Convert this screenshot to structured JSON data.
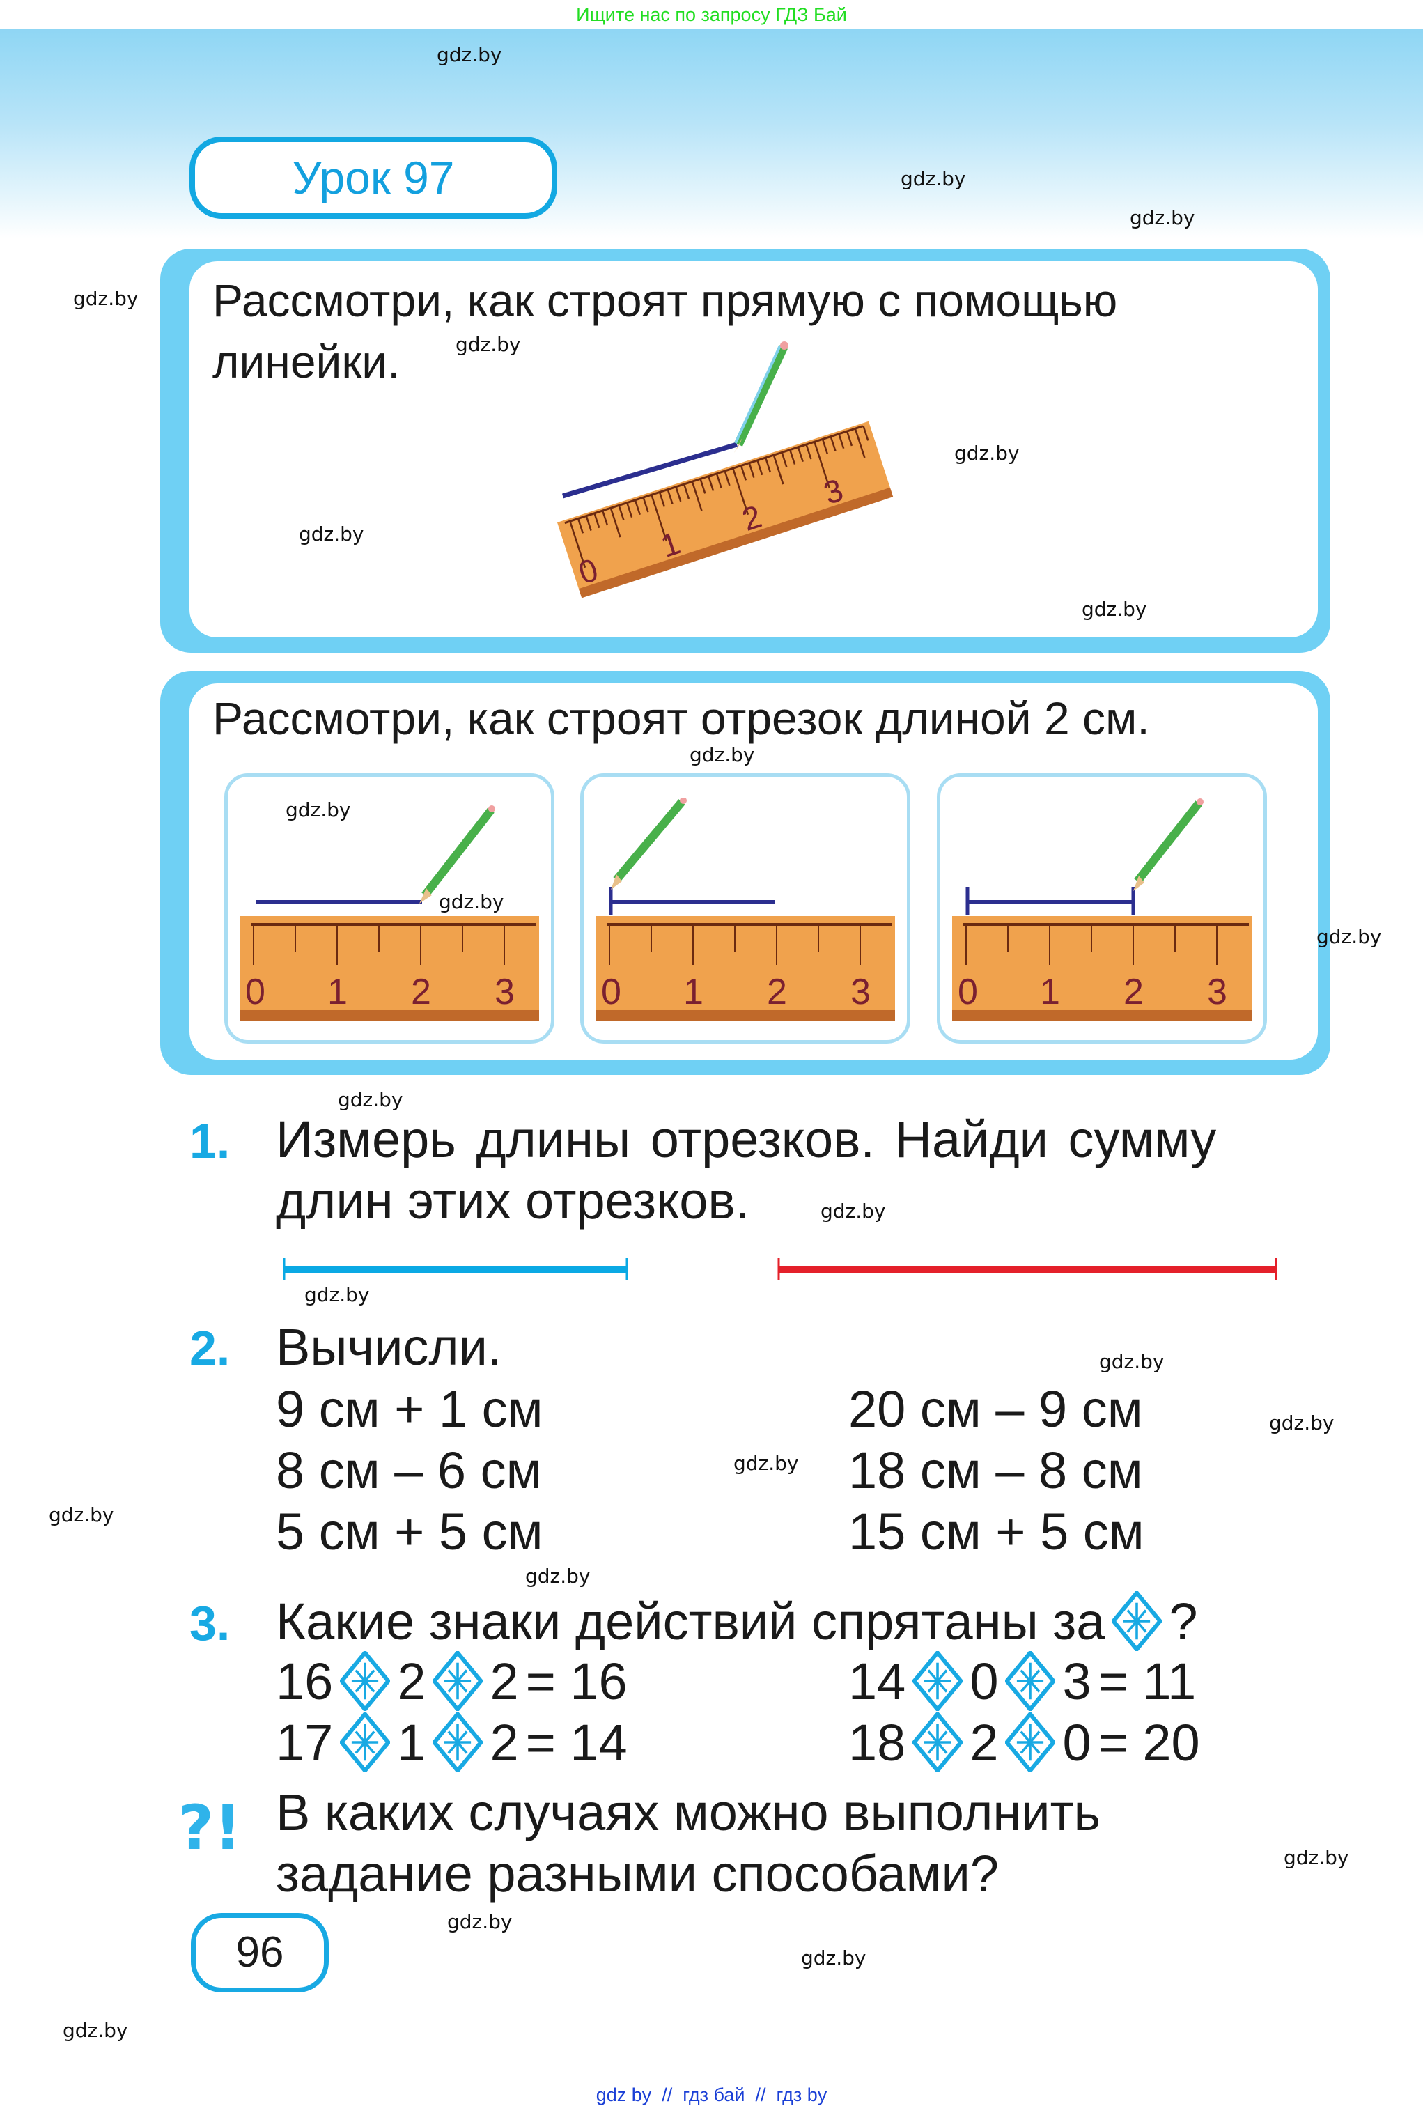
{
  "top_banner": "Ищите нас по запросу ГДЗ Бай",
  "watermark": "gdz.by",
  "lesson": {
    "label": "Урок 97"
  },
  "panel1": {
    "line1": "Рассмотри, как строят прямую с помощью",
    "line2": "линейки.",
    "ruler_labels": [
      "0",
      "1",
      "2",
      "3"
    ]
  },
  "panel2": {
    "title": "Рассмотри, как строят отрезок длиной 2 см.",
    "ruler_labels": [
      "0",
      "1",
      "2",
      "3"
    ],
    "steps": [
      "step-1",
      "step-2",
      "step-3"
    ]
  },
  "exercise1": {
    "number": "1.",
    "line1": "Измерь длины отрезков. Найди сумму",
    "line2": "длин этих отрезков.",
    "segments": [
      {
        "color": "#0aa9e4",
        "label": "blue-segment"
      },
      {
        "color": "#e4202a",
        "label": "red-segment"
      }
    ]
  },
  "exercise2": {
    "number": "2.",
    "title": "Вычисли.",
    "left": [
      "9 см + 1 см",
      "8 см – 6 см",
      "5 см + 5 см"
    ],
    "right": [
      "20 см – 9 см",
      "18 см – 8 см",
      "15 см + 5 см"
    ]
  },
  "exercise3": {
    "number": "3.",
    "title_before": "Какие знаки действий спрятаны за",
    "title_after": "?",
    "rows": [
      {
        "a": "16",
        "b": "2",
        "c": "2",
        "result": "= 16"
      },
      {
        "a": "14",
        "b": "0",
        "c": "3",
        "result": "= 11"
      },
      {
        "a": "17",
        "b": "1",
        "c": "2",
        "result": "= 14"
      },
      {
        "a": "18",
        "b": "2",
        "c": "0",
        "result": "= 20"
      }
    ]
  },
  "question": {
    "line1": "В каких случаях можно выполнить",
    "line2": "задание разными способами?"
  },
  "page_number": "96",
  "footer": "gdz by  //  гдз бай  //  гдз by",
  "colors": {
    "accent_blue": "#18a9e3",
    "panel_blue": "#6fd0f4",
    "ruler_orange": "#f0a24d",
    "ruler_dark": "#c0692a",
    "line_navy": "#2b2e8f",
    "banner_green": "#22dd22",
    "footer_blue": "#1a3fd6"
  }
}
